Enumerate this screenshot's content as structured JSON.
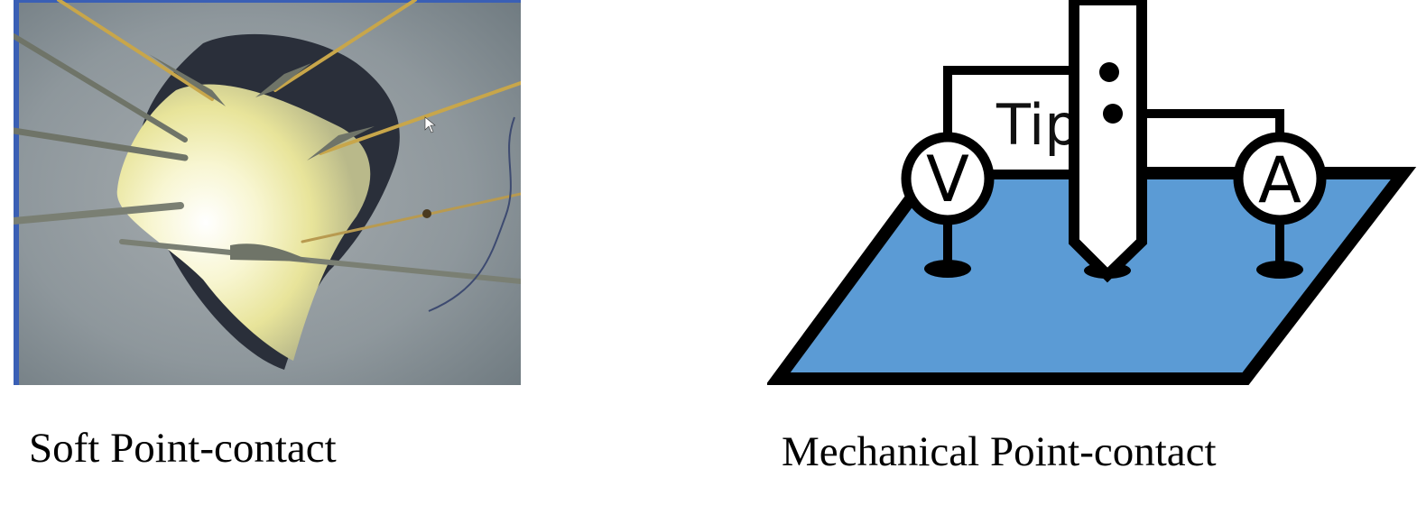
{
  "left_panel": {
    "caption": "Soft Point-contact"
  },
  "right_panel": {
    "caption": "Mechanical Point-contact",
    "tip_label": "Tip",
    "voltmeter_label": "V",
    "ammeter_label": "A"
  },
  "colors": {
    "substrate_fill": "#5b9bd5",
    "outline": "#000000",
    "photo_background": "#8e979c",
    "sample_glow": "#f6f4c8",
    "wire": "#c8a64a"
  }
}
